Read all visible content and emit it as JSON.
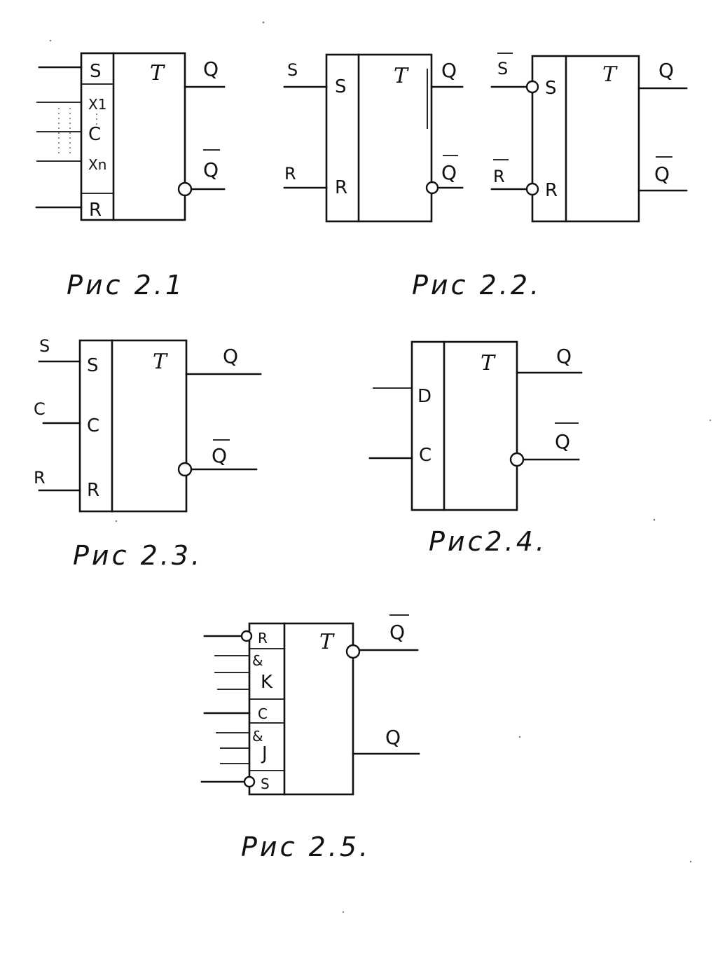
{
  "figures": {
    "fig1": {
      "caption": "Рис 2.1",
      "block": "T",
      "in_s": "S",
      "in_x1": "X1",
      "in_c": "C",
      "in_xn": "Xn",
      "in_r": "R",
      "out_q": "Q",
      "out_qbar": "Q"
    },
    "fig2a": {
      "block": "T",
      "sig_s": "S",
      "sig_r": "R",
      "in_s": "S",
      "in_r": "R",
      "out_q": "Q",
      "out_qbar": "Q"
    },
    "fig2b": {
      "block": "T",
      "sig_s": "S",
      "sig_r": "R",
      "in_s": "S",
      "in_r": "R",
      "out_q": "Q",
      "out_qbar": "Q"
    },
    "fig2_caption": "Рис 2.2.",
    "fig3": {
      "caption": "Рис 2.3.",
      "block": "T",
      "sig_s": "S",
      "sig_c": "C",
      "sig_r": "R",
      "in_s": "S",
      "in_c": "C",
      "in_r": "R",
      "out_q": "Q",
      "out_qbar": "Q"
    },
    "fig4": {
      "caption": "Рис2.4.",
      "block": "T",
      "in_d": "D",
      "in_c": "C",
      "out_q": "Q",
      "out_qbar": "Q"
    },
    "fig5": {
      "caption": "Рис 2.5.",
      "block": "T",
      "in_r": "R",
      "amp_k": "&",
      "in_k": "K",
      "in_c": "C",
      "amp_j": "&",
      "in_j": "J",
      "in_s": "S",
      "out_qbar": "Q",
      "out_q": "Q"
    }
  }
}
